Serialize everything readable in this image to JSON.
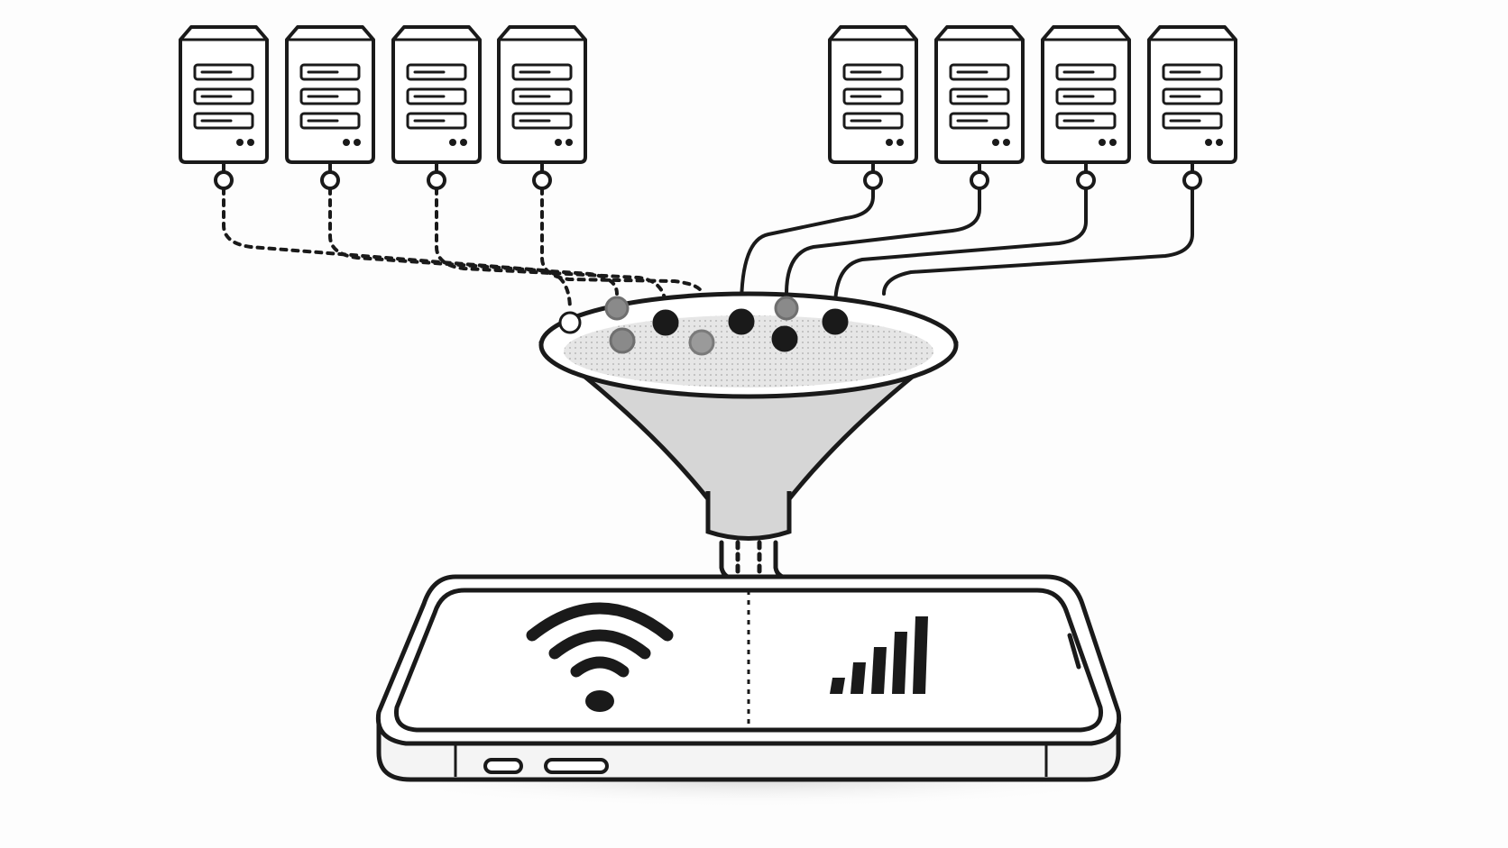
{
  "diagram": {
    "servers_left": [
      {
        "id": "server-1",
        "link": "dashed",
        "icon": "server-icon"
      },
      {
        "id": "server-2",
        "link": "dashed",
        "icon": "server-icon"
      },
      {
        "id": "server-3",
        "link": "dashed",
        "icon": "server-icon"
      },
      {
        "id": "server-4",
        "link": "dashed",
        "icon": "server-icon"
      }
    ],
    "servers_right": [
      {
        "id": "server-5",
        "link": "solid",
        "icon": "server-icon"
      },
      {
        "id": "server-6",
        "link": "solid",
        "icon": "server-icon"
      },
      {
        "id": "server-7",
        "link": "solid",
        "icon": "server-icon"
      },
      {
        "id": "server-8",
        "link": "solid",
        "icon": "server-icon"
      }
    ],
    "funnel": {
      "icon": "funnel-icon",
      "fill": "#d9d9d9"
    },
    "device": {
      "icon": "phone-icon",
      "left_panel_icon": "wifi-icon",
      "right_panel_icon": "cellular-signal-icon",
      "signal_bars": 5
    },
    "colors": {
      "ink": "#1a1a1a",
      "paper": "#ffffff",
      "grey_dot": "#8a8a8a",
      "funnel_grey": "#d9d9d9"
    }
  }
}
